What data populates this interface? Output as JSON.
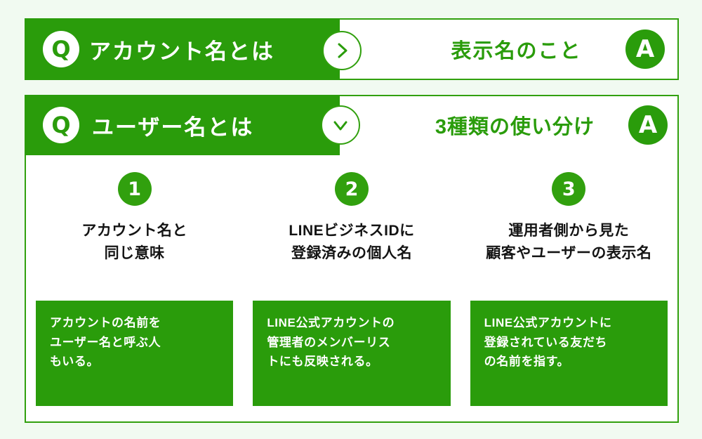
{
  "theme": {
    "page_background": "#f1faf1",
    "brand_green": "#2a9c0b",
    "border_green": "#31a00e",
    "panel_background": "#ffffff",
    "title_text_color": "#141414",
    "on_green_text_color": "#ffffff"
  },
  "faq": [
    {
      "id": "account-name",
      "state": "collapsed",
      "q_badge_label": "Q",
      "question": "アカウント名とは",
      "toggle_icon": "chevron-right-icon",
      "answer": "表示名のこと",
      "a_badge_label": "A"
    },
    {
      "id": "user-name",
      "state": "expanded",
      "q_badge_label": "Q",
      "question": "ユーザー名とは",
      "toggle_icon": "chevron-down-icon",
      "answer": "3種類の使い分け",
      "a_badge_label": "A",
      "columns": [
        {
          "number": "1",
          "title": "アカウント名と\n同じ意味",
          "note": "アカウントの名前を\nユーザー名と呼ぶ人\nもいる。"
        },
        {
          "number": "2",
          "title": "LINEビジネスIDに\n登録済みの個人名",
          "note": "LINE公式アカウントの\n管理者のメンバーリス\nトにも反映される。"
        },
        {
          "number": "3",
          "title": "運用者側から見た\n顧客やユーザーの表示名",
          "note": "LINE公式アカウントに\n登録されている友だち\nの名前を指す。"
        }
      ]
    }
  ]
}
